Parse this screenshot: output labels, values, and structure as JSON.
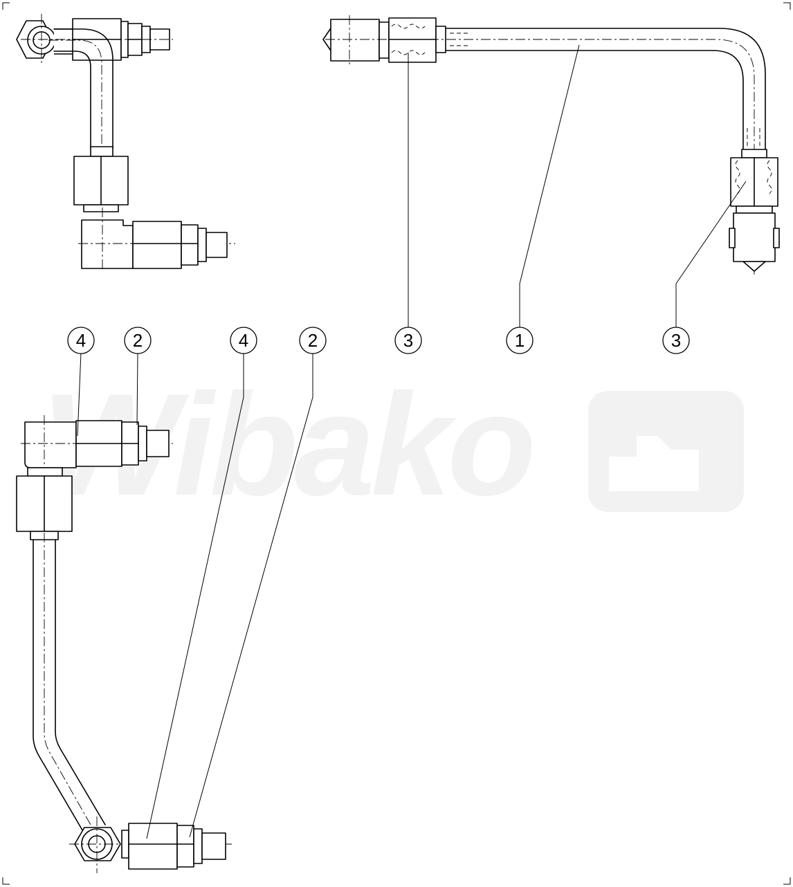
{
  "watermark": {
    "text": "Wibako",
    "color": "#f2f2f2"
  },
  "callouts": [
    {
      "id": "balloon-4-left",
      "label": "4"
    },
    {
      "id": "balloon-2-left",
      "label": "2"
    },
    {
      "id": "balloon-4-right",
      "label": "4"
    },
    {
      "id": "balloon-2-right",
      "label": "2"
    },
    {
      "id": "balloon-3-left",
      "label": "3"
    },
    {
      "id": "balloon-1",
      "label": "1"
    },
    {
      "id": "balloon-3-right",
      "label": "3"
    }
  ]
}
